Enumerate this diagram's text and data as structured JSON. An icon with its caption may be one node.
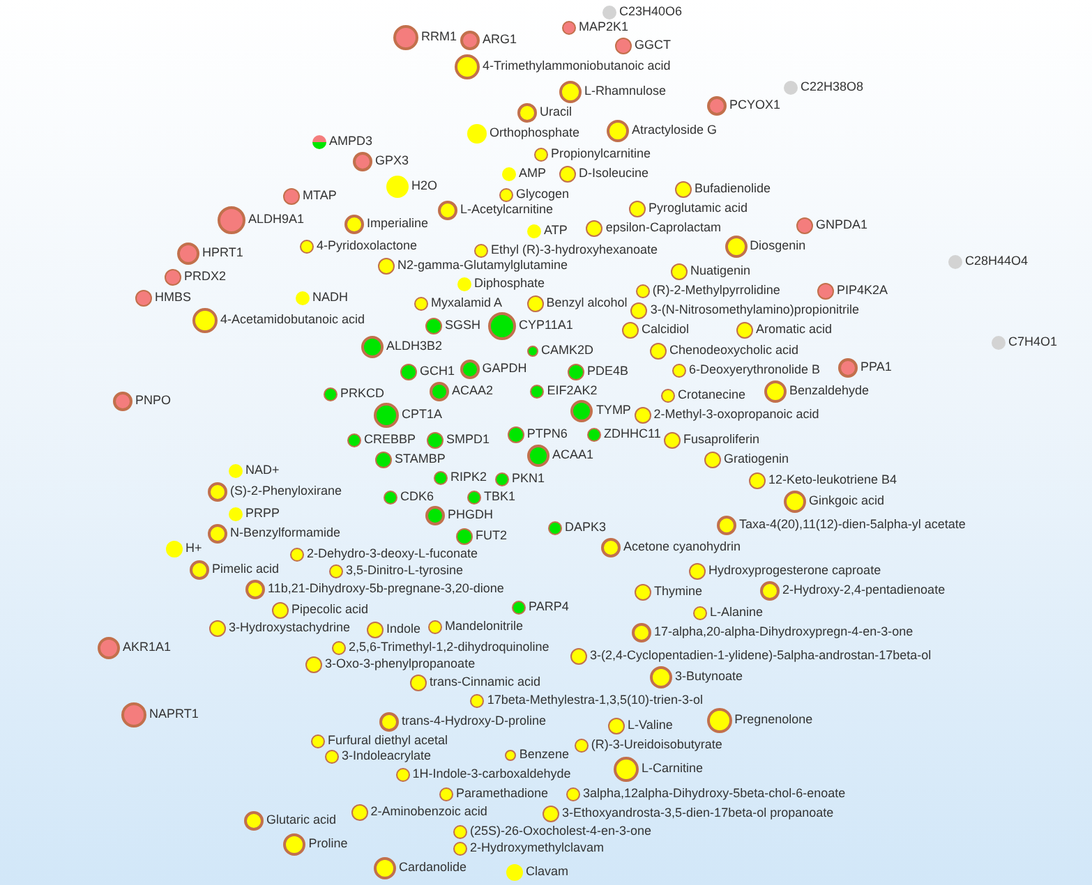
{
  "diagram": {
    "nodes": [
      {
        "text": [
          "C23H40O6"
        ]
      },
      {
        "text": [
          "C22H38O8"
        ]
      },
      {
        "text": [
          "RRM1"
        ]
      },
      {
        "text": [
          "ARG1"
        ]
      },
      {
        "text": [
          "MAP2K1"
        ]
      },
      {
        "text": [
          "AMPD3"
        ]
      },
      {
        "text": [
          "GPX3"
        ]
      },
      {
        "text": [
          "MTAP"
        ]
      },
      {
        "text": [
          "GGCT"
        ]
      },
      {
        "text": [
          "4-Trimethylammoniobutanoic acid"
        ]
      },
      {
        "text": [
          "ALDH9A1"
        ]
      },
      {
        "text": [
          "L-Rhamnulose"
        ]
      },
      {
        "text": [
          "C28H44O4"
        ]
      },
      {
        "text": [
          "PCYOX1"
        ]
      },
      {
        "text": [
          "H2O"
        ]
      },
      {
        "text": [
          "Uracil"
        ]
      },
      {
        "text": [
          "Imperialine"
        ]
      },
      {
        "text": [
          "HPRT1"
        ]
      },
      {
        "text": [
          "Atractyloside G"
        ]
      },
      {
        "text": [
          "Orthophosphate"
        ]
      },
      {
        "text": [
          "Bufadienolide"
        ]
      },
      {
        "text": [
          "PRDX2"
        ]
      },
      {
        "text": [
          "L-Acetylcarnitine"
        ]
      },
      {
        "text": [
          "AMP"
        ]
      },
      {
        "text": [
          "Propionylcarnitine"
        ]
      },
      {
        "text": [
          "4-Pyridoxolactone"
        ]
      },
      {
        "text": [
          "Pyroglutamic acid"
        ]
      },
      {
        "text": [
          "N2-gamma-Glutamylglutamine"
        ]
      },
      {
        "text": [
          "D-Isoleucine"
        ]
      },
      {
        "text": [
          "C7H4O1"
        ]
      },
      {
        "text": [
          "HMBS"
        ]
      },
      {
        "text": [
          "Ethyl (R)-3-hydroxyhexanoate"
        ]
      },
      {
        "text": [
          "epsilon-Caprolactam"
        ]
      },
      {
        "text": [
          "GNPDA1"
        ]
      },
      {
        "text": [
          "Glycogen"
        ]
      },
      {
        "text": [
          "Diphosphate"
        ]
      },
      {
        "text": [
          "ATP"
        ]
      },
      {
        "text": [
          "Nuatigenin"
        ]
      },
      {
        "text": [
          "Diosgenin"
        ]
      },
      {
        "text": [
          "(R)-2-Methylpyrrolidine"
        ]
      },
      {
        "text": [
          "NADH"
        ]
      },
      {
        "text": [
          "PNPO"
        ]
      },
      {
        "text": [
          "Benzyl alcohol"
        ]
      },
      {
        "text": [
          "PIP4K2A"
        ]
      },
      {
        "text": [
          "3-(N-Nitrosomethylamino)propionitrile"
        ]
      },
      {
        "text": [
          "Myxalamid A"
        ]
      },
      {
        "text": [
          "6-Deoxyerythronolide B"
        ]
      },
      {
        "text": [
          "4-Acetamidobutanoic acid"
        ]
      },
      {
        "text": [
          "Aromatic acid"
        ]
      },
      {
        "text": [
          "SGSH"
        ]
      },
      {
        "text": [
          "Calcidiol"
        ]
      },
      {
        "text": [
          "Chenodeoxycholic acid"
        ]
      },
      {
        "text": [
          "CYP11A1"
        ]
      },
      {
        "text": [
          "PPA1"
        ]
      },
      {
        "text": [
          "ALDH3B2"
        ]
      },
      {
        "text": [
          "Crotanecine"
        ]
      },
      {
        "text": [
          "CAMK2D"
        ]
      },
      {
        "text": [
          "Benzaldehyde"
        ]
      },
      {
        "text": [
          "GCH1"
        ]
      },
      {
        "text": [
          "Gratiogenin"
        ]
      },
      {
        "text": [
          "NAD+"
        ]
      },
      {
        "text": [
          "PDE4B"
        ]
      },
      {
        "text": [
          "2-Methyl-3-oxopropanoic acid"
        ]
      },
      {
        "text": [
          "EIF2AK2"
        ]
      },
      {
        "text": [
          "GAPDH"
        ]
      },
      {
        "text": [
          "Fusaproliferin"
        ]
      },
      {
        "text": [
          "ACAA2"
        ]
      },
      {
        "text": [
          "CPT1A"
        ]
      },
      {
        "text": [
          "PRKCD"
        ]
      },
      {
        "text": [
          "TYMP"
        ]
      },
      {
        "text": [
          "PTPN6"
        ]
      },
      {
        "text": [
          "(S)-2-Phenyloxirane"
        ]
      },
      {
        "text": [
          "12-Keto-leukotriene B4"
        ]
      },
      {
        "text": [
          "CREBBP"
        ]
      },
      {
        "text": [
          "SMPD1"
        ]
      },
      {
        "text": [
          "ZDHHC11"
        ]
      },
      {
        "text": [
          "Ginkgoic acid"
        ]
      },
      {
        "text": [
          "PRPP"
        ]
      },
      {
        "text": [
          "H+"
        ]
      },
      {
        "text": [
          "STAMBP"
        ]
      },
      {
        "text": [
          "ACAA1"
        ]
      },
      {
        "text": [
          "RIPK2"
        ]
      },
      {
        "text": [
          "PKN1"
        ]
      },
      {
        "text": [
          "Taxa-4(20),11(12)-dien-5alpha-yl acetate"
        ]
      },
      {
        "text": [
          "TBK1"
        ]
      },
      {
        "text": [
          "CDK6"
        ]
      },
      {
        "text": [
          "DAPK3"
        ]
      },
      {
        "text": [
          "PHGDH"
        ]
      },
      {
        "text": [
          "FUT2"
        ]
      },
      {
        "text": [
          "AKR1A1"
        ]
      },
      {
        "text": [
          "N-Benzylformamide"
        ]
      },
      {
        "text": [
          "PARP4"
        ]
      },
      {
        "text": [
          "Acetone cyanohydrin"
        ]
      },
      {
        "text": [
          "Thymine"
        ]
      },
      {
        "text": [
          "Hydroxyprogesterone caproate"
        ]
      },
      {
        "text": [
          "2-Hydroxy-2,4-pentadienoate"
        ]
      },
      {
        "text": [
          "2-Dehydro-3-deoxy-L-fuconate"
        ]
      },
      {
        "text": [
          "3,5-Dinitro-L-tyrosine"
        ]
      },
      {
        "text": [
          "Pimelic acid"
        ]
      },
      {
        "text": [
          "Pipecolic acid"
        ]
      },
      {
        "text": [
          "L-Alanine"
        ]
      },
      {
        "text": [
          "17-alpha,20-alpha-Dihydroxypregn-4-en-3-one"
        ]
      },
      {
        "text": [
          "2,5,6-Trimethyl-1,2-dihydroquinoline"
        ]
      },
      {
        "text": [
          "11b,21-Dihydroxy-5b-pregnane-3,20-dione"
        ]
      },
      {
        "text": [
          "NAPRT1"
        ]
      },
      {
        "text": [
          "Furfural diethyl acetal"
        ]
      },
      {
        "text": [
          "Mandelonitrile"
        ]
      },
      {
        "text": [
          "3-(2,4-Cyclopentadien-1-ylidene)-5alpha-androstan-17beta-ol"
        ]
      },
      {
        "text": [
          "3-Hydroxystachydrine"
        ]
      },
      {
        "text": [
          "3-Butynoate"
        ]
      },
      {
        "text": [
          "Indole"
        ]
      },
      {
        "text": [
          "trans-Cinnamic acid"
        ]
      },
      {
        "text": [
          "3-Oxo-3-phenylpropanoate"
        ]
      },
      {
        "text": [
          "17beta-Methylestra-1,3,5(10)-trien-3-ol"
        ]
      },
      {
        "text": [
          "Pregnenolone"
        ]
      },
      {
        "text": [
          "Benzene"
        ]
      },
      {
        "text": [
          "L-Valine"
        ]
      },
      {
        "text": [
          "Glutaric acid"
        ]
      },
      {
        "text": [
          "3-Indoleacrylate"
        ]
      },
      {
        "text": [
          "trans-4-Hydroxy-D-proline"
        ]
      },
      {
        "text": [
          "(R)-3-Ureidoisobutyrate"
        ]
      },
      {
        "text": [
          "Paramethadione"
        ]
      },
      {
        "text": [
          "3alpha,12alpha-Dihydroxy-5beta-chol-6-enoate"
        ]
      },
      {
        "text": [
          "1H-Indole-3-carboxaldehyde"
        ]
      },
      {
        "text": [
          "2-Aminobenzoic acid"
        ]
      },
      {
        "text": [
          "(25S)-26-Oxocholest-4-en-3-one"
        ]
      },
      {
        "text": [
          "Proline"
        ]
      },
      {
        "text": [
          "3-Ethoxyandrosta-3,5-dien-17beta-ol propanoate"
        ]
      },
      {
        "text": [
          "L-Carnitine"
        ]
      },
      {
        "text": [
          "Cardanolide"
        ]
      },
      {
        "text": [
          "2-Hydroxymethylclavam"
        ]
      },
      {
        "text": [
          "Clavam"
        ]
      }
    ]
  }
}
